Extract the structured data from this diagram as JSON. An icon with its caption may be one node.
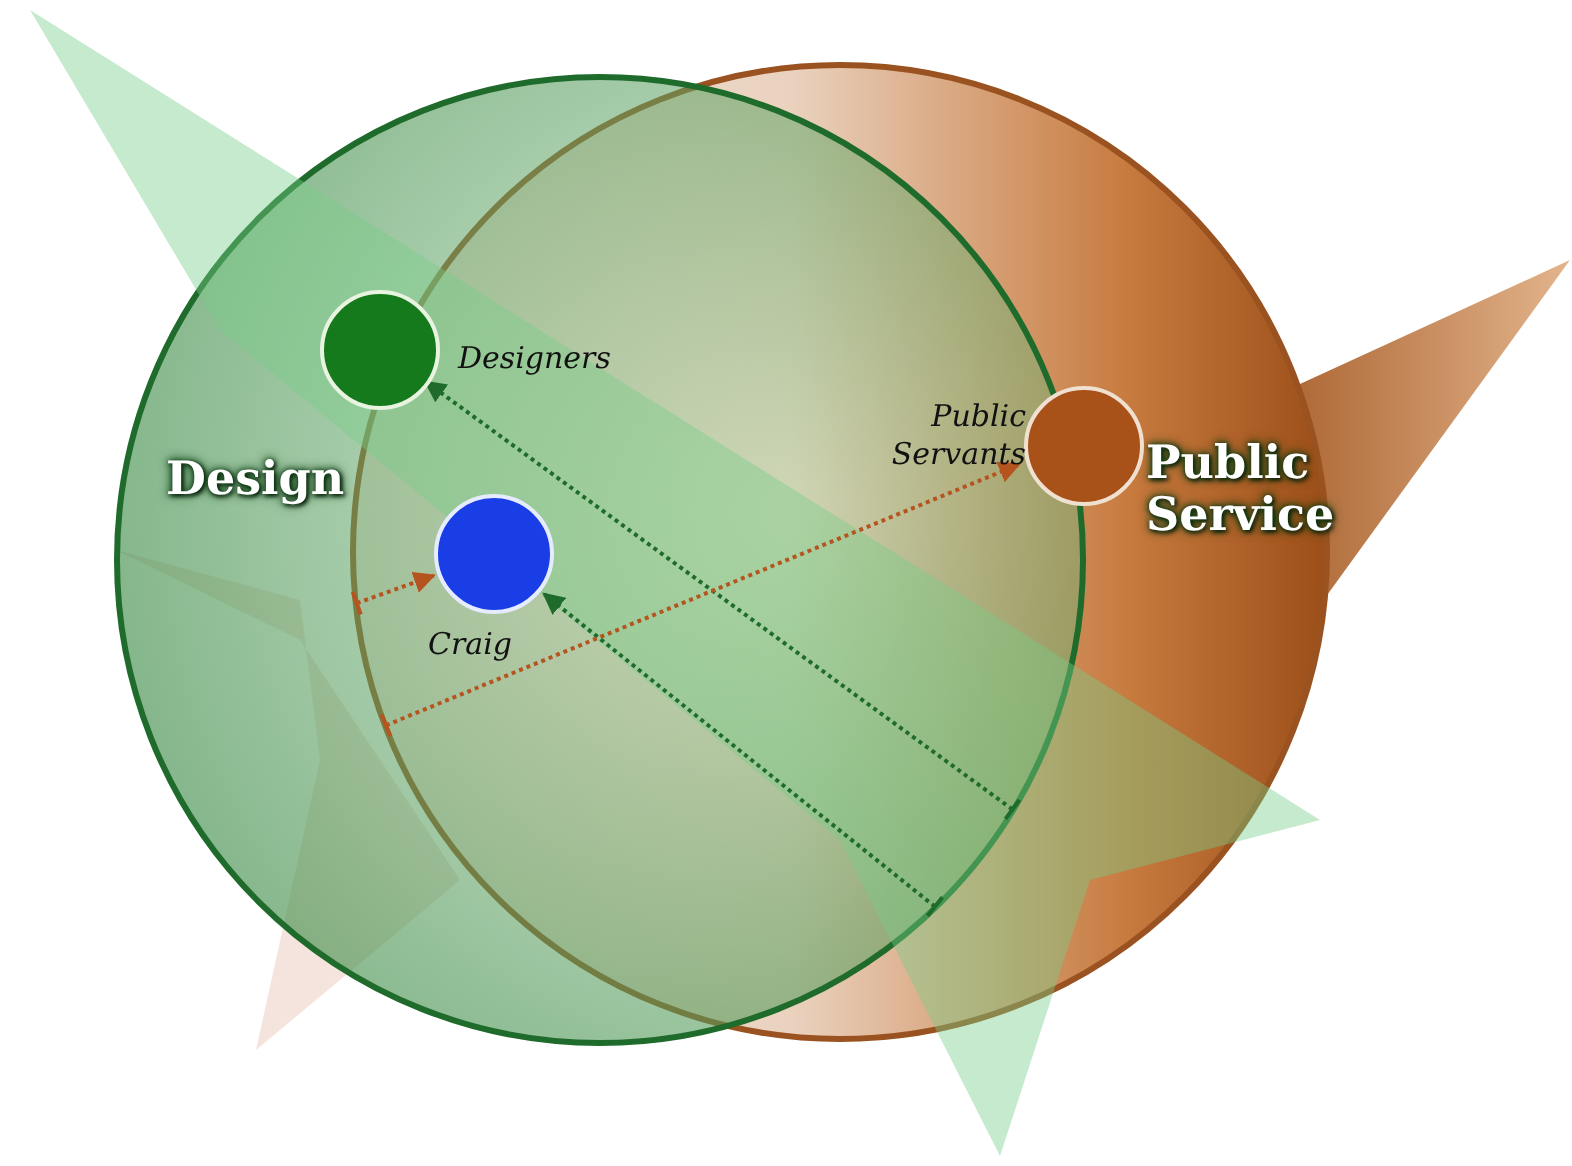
{
  "diagram": {
    "nodes": [
      {
        "text": [
          "Design"
        ]
      },
      {
        "text": [
          "Public Service"
        ]
      },
      {
        "text": [],
        "shape": "circle",
        "beside": [
          "Designers"
        ],
        "in": 0
      },
      {
        "text": [],
        "shape": "circle",
        "beside": [
          "Craig"
        ]
      },
      {
        "text": [],
        "shape": "circle",
        "beside": [
          "Public Servants"
        ],
        "in": 1
      }
    ],
    "edges": [
      {
        "from": 0,
        "to": 2,
        "arrow": "to",
        "style": "dashed"
      },
      {
        "from": 0,
        "to": 3,
        "arrow": "to",
        "style": "dashed"
      },
      {
        "from": 1,
        "to": 4,
        "arrow": "to",
        "style": "dashed",
        "color": "#b5541e"
      },
      {
        "from": 1,
        "to": 3,
        "arrow": "to",
        "style": "dashed",
        "color": "#b5541e"
      }
    ]
  }
}
